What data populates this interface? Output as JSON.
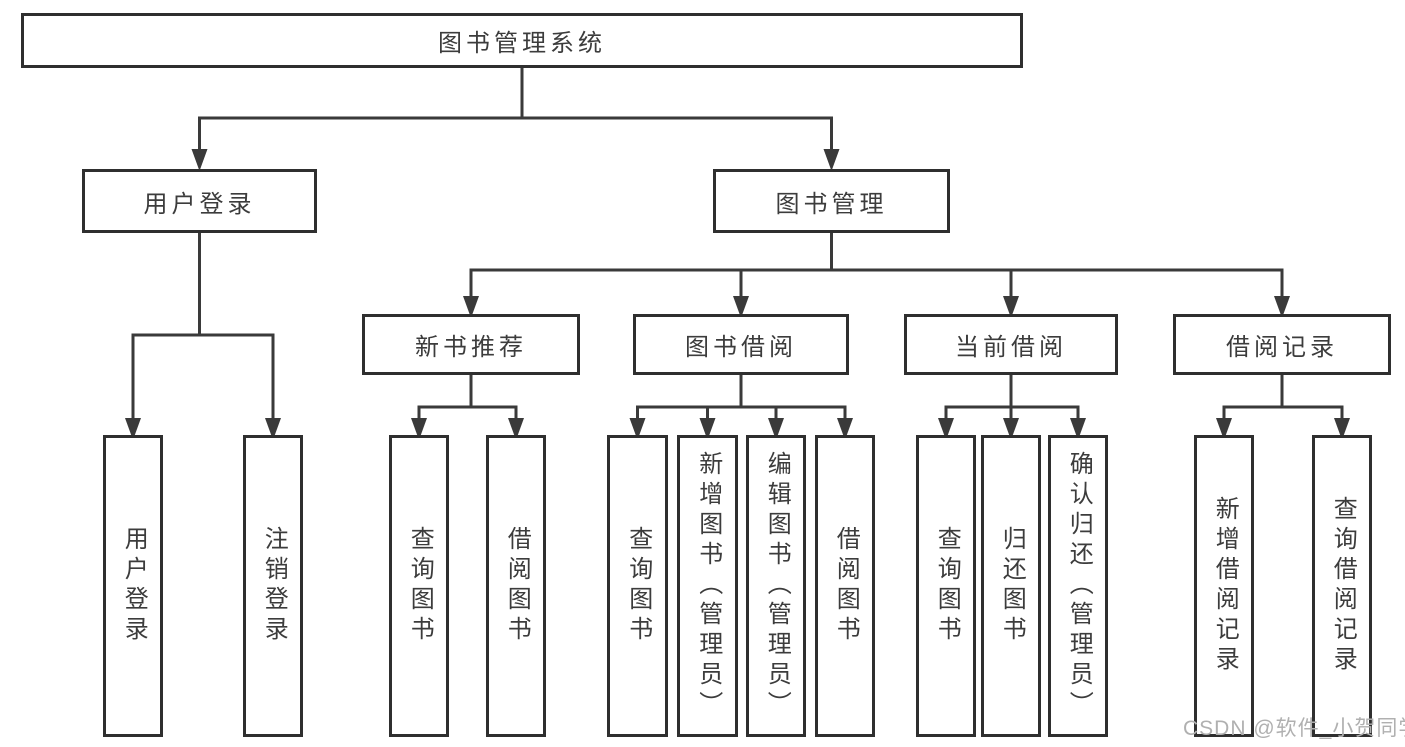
{
  "diagram": {
    "root": {
      "label": "图书管理系统"
    },
    "level2": [
      {
        "label": "用户登录"
      },
      {
        "label": "图书管理"
      }
    ],
    "level3": [
      {
        "label": "新书推荐"
      },
      {
        "label": "图书借阅"
      },
      {
        "label": "当前借阅"
      },
      {
        "label": "借阅记录"
      }
    ],
    "leaves": {
      "userLogin": [
        "用户登录",
        "注销登录"
      ],
      "newBookRecommend": [
        "查询图书",
        "借阅图书"
      ],
      "bookBorrow": [
        "查询图书",
        "新增图书（管理员）",
        "编辑图书（管理员）",
        "借阅图书"
      ],
      "currentBorrow": [
        "查询图书",
        "归还图书",
        "确认归还（管理员）"
      ],
      "borrowRecords": [
        "新增借阅记录",
        "查询借阅记录"
      ]
    }
  },
  "watermark": {
    "text": "CSDN @软件_小贺同学"
  },
  "colors": {
    "line": "#3a3a3a",
    "box_border": "#2f2f2f",
    "box_text": "#3c3c3c",
    "background": "#ffffff",
    "watermark_color": "#b0b0b0"
  }
}
